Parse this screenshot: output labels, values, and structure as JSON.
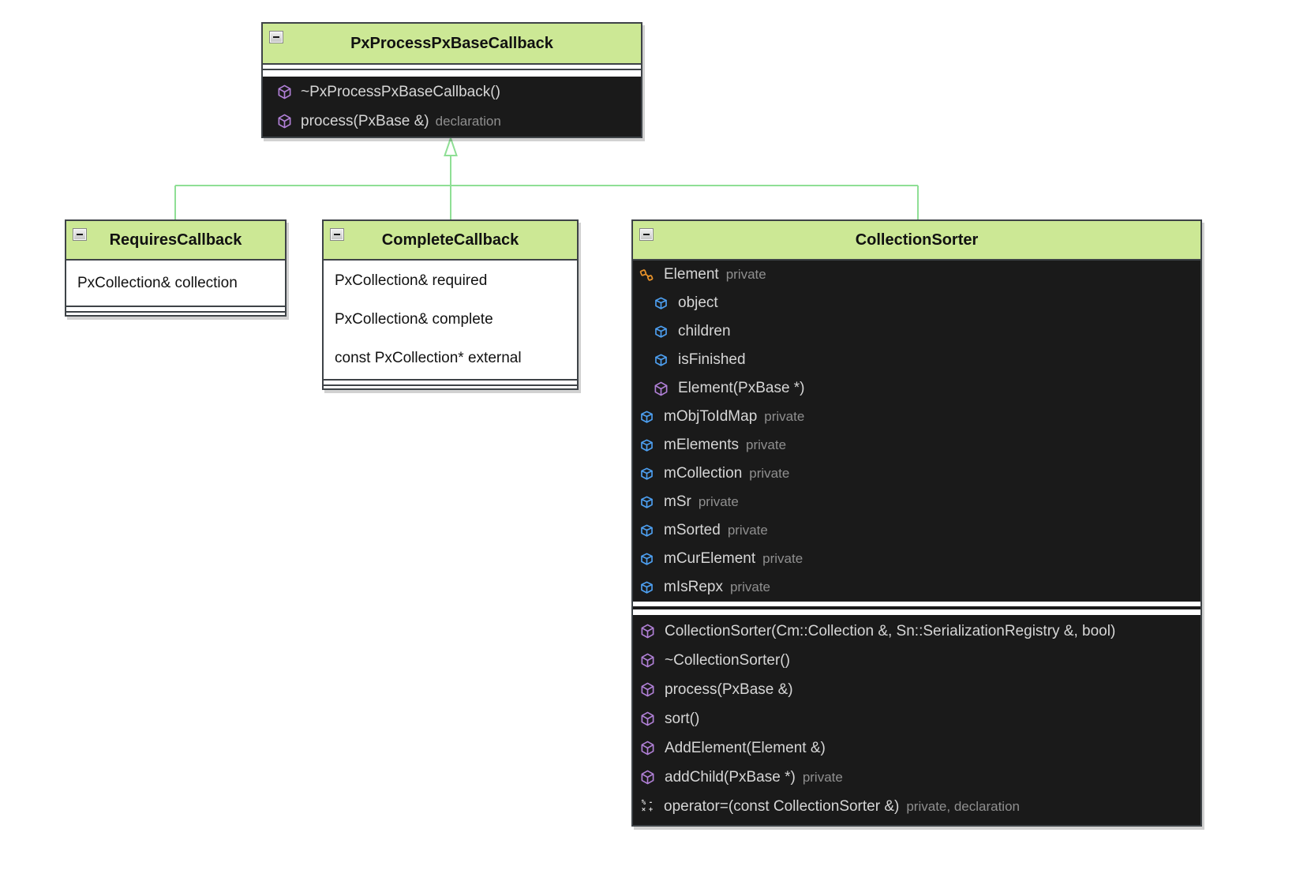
{
  "diagram": {
    "base_class": {
      "title": "PxProcessPxBaseCallback",
      "members": [
        {
          "label": "~PxProcessPxBaseCallback()"
        },
        {
          "label": "process(PxBase &)",
          "modifier": "declaration"
        }
      ]
    },
    "requires": {
      "title": "RequiresCallback",
      "fields": [
        {
          "label": "PxCollection& collection"
        }
      ]
    },
    "complete": {
      "title": "CompleteCallback",
      "fields": [
        {
          "label": "PxCollection& required"
        },
        {
          "label": "PxCollection& complete"
        },
        {
          "label": "const PxCollection* external"
        }
      ]
    },
    "sorter": {
      "title": "CollectionSorter",
      "fields": [
        {
          "label": "Element",
          "modifier": "private"
        },
        {
          "label": "object"
        },
        {
          "label": "children"
        },
        {
          "label": "isFinished"
        },
        {
          "label": "Element(PxBase *)"
        },
        {
          "label": "mObjToIdMap",
          "modifier": "private"
        },
        {
          "label": "mElements",
          "modifier": "private"
        },
        {
          "label": "mCollection",
          "modifier": "private"
        },
        {
          "label": "mSr",
          "modifier": "private"
        },
        {
          "label": "mSorted",
          "modifier": "private"
        },
        {
          "label": "mCurElement",
          "modifier": "private"
        },
        {
          "label": "mIsRepx",
          "modifier": "private"
        }
      ],
      "methods": [
        {
          "label": "CollectionSorter(Cm::Collection &, Sn::SerializationRegistry &, bool)"
        },
        {
          "label": "~CollectionSorter()"
        },
        {
          "label": "process(PxBase &)"
        },
        {
          "label": "sort()"
        },
        {
          "label": "AddElement(Element &)"
        },
        {
          "label": "addChild(PxBase *)",
          "modifier": "private"
        },
        {
          "label": "operator=(const CollectionSorter &)",
          "modifier": "private, declaration"
        }
      ]
    },
    "colors": {
      "header_green": "#cce895",
      "body_dark": "#1a1a1a",
      "connector_green": "#8fdf95",
      "field_blue": "#4d9ff0",
      "method_purple": "#b180d7",
      "class_orange": "#e8922a"
    }
  },
  "icons": {
    "operator": {
      "g1": "%",
      "g2": "-",
      "g3": "×",
      "g4": "+"
    }
  }
}
